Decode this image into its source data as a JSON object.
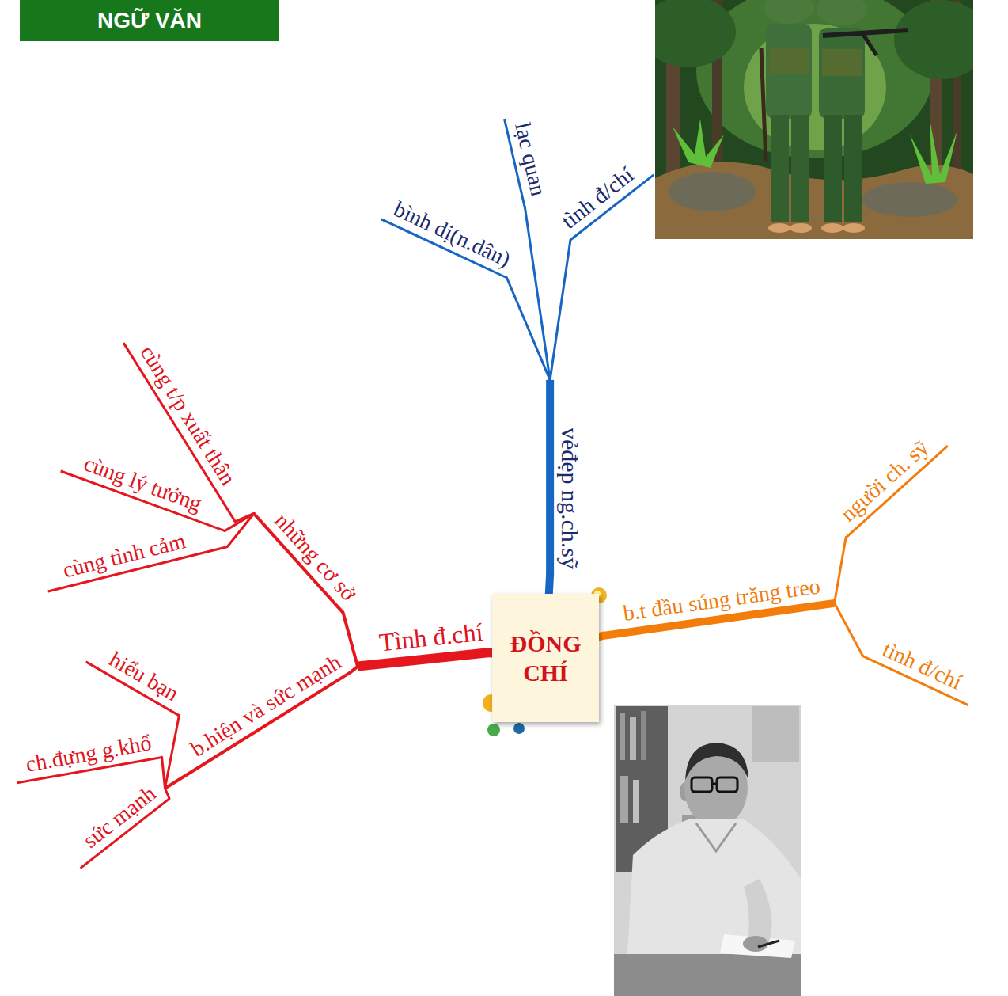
{
  "diagram": {
    "title": "NGỮ VĂN",
    "nodes": [
      {
        "text": [
          "ĐỒNG CHÍ"
        ]
      },
      {
        "text": [
          "vẻđẹp ng.ch.sỹ"
        ]
      },
      {
        "text": [
          "bình dị(n.dân)"
        ]
      },
      {
        "text": [
          "lạc quan"
        ]
      },
      {
        "text": [
          "tình đ/chí"
        ]
      },
      {
        "text": [
          "Tình đ.chí"
        ]
      },
      {
        "text": [
          "những cơ sở"
        ]
      },
      {
        "text": [
          "cùng t/p xuất thân"
        ]
      },
      {
        "text": [
          "cùng lý tưởng"
        ]
      },
      {
        "text": [
          "cùng tình cảm"
        ]
      },
      {
        "text": [
          "b.hiện và sức mạnh"
        ]
      },
      {
        "text": [
          "hiểu bạn"
        ]
      },
      {
        "text": [
          "ch.đựng g.khổ"
        ]
      },
      {
        "text": [
          "sức mạnh"
        ]
      },
      {
        "text": [
          "b.t đầu súng trăng treo"
        ]
      },
      {
        "text": [
          "người ch. sỹ"
        ]
      },
      {
        "text": [
          "tình đ/chí"
        ]
      }
    ],
    "edges": [
      {
        "from": 0,
        "to": 1,
        "arrow": "none"
      },
      {
        "from": 1,
        "to": 2,
        "arrow": "none"
      },
      {
        "from": 1,
        "to": 3,
        "arrow": "none"
      },
      {
        "from": 1,
        "to": 4,
        "arrow": "none"
      },
      {
        "from": 0,
        "to": 5,
        "arrow": "none"
      },
      {
        "from": 5,
        "to": 6,
        "arrow": "none"
      },
      {
        "from": 6,
        "to": 7,
        "arrow": "none"
      },
      {
        "from": 6,
        "to": 8,
        "arrow": "none"
      },
      {
        "from": 6,
        "to": 9,
        "arrow": "none"
      },
      {
        "from": 5,
        "to": 10,
        "arrow": "none"
      },
      {
        "from": 10,
        "to": 11,
        "arrow": "none"
      },
      {
        "from": 10,
        "to": 12,
        "arrow": "none"
      },
      {
        "from": 10,
        "to": 13,
        "arrow": "none"
      },
      {
        "from": 0,
        "to": 14,
        "arrow": "none"
      },
      {
        "from": 14,
        "to": 15,
        "arrow": "none"
      },
      {
        "from": 14,
        "to": 16,
        "arrow": "none"
      }
    ]
  }
}
